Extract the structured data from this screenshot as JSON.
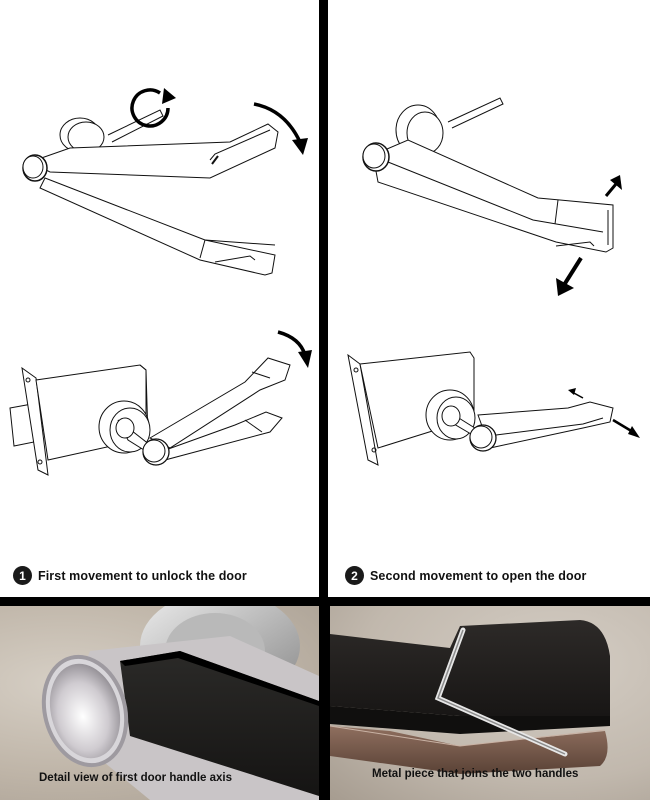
{
  "figure": {
    "layout": "2x2 grid: two line-drawing panels on top, two rendered photo details on bottom",
    "divider_color": "#000000",
    "background_color": "#ffffff"
  },
  "steps": [
    {
      "number": "1",
      "caption": "First movement to unlock the door",
      "diagrams": [
        {
          "view": "top",
          "content": "Two-part lever handle on spindle with rosette; circular rotation arrow around spindle; curved arrow pushing upper lever down"
        },
        {
          "view": "bottom",
          "content": "Handle mounted on mortise lock body with faceplate and latch; curved arrow indicating downward rotation of upper lever"
        }
      ],
      "icons": [
        "rotate-clockwise-arrow",
        "curved-down-arrow"
      ]
    },
    {
      "number": "2",
      "caption": "Second movement to open the door",
      "diagrams": [
        {
          "view": "top",
          "content": "Both handle parts closed together; small arrow up and larger arrow pointing down-left at handle tip"
        },
        {
          "view": "bottom",
          "content": "Closed handle on mortise lock body; double-ended arrows indicating pulling movement at handle tip"
        }
      ],
      "icons": [
        "arrow-up-right",
        "arrow-down-left",
        "double-arrow"
      ]
    }
  ],
  "details": [
    {
      "caption": "Detail view of first door handle axis",
      "content": "Photo render: polished aluminium rosette and cylinder cap with dark square lever bar"
    },
    {
      "caption": "Metal piece that joins the two handles",
      "content": "Photo render: dark lever tip with polished bent metal rod joining upper and lower handles"
    }
  ]
}
